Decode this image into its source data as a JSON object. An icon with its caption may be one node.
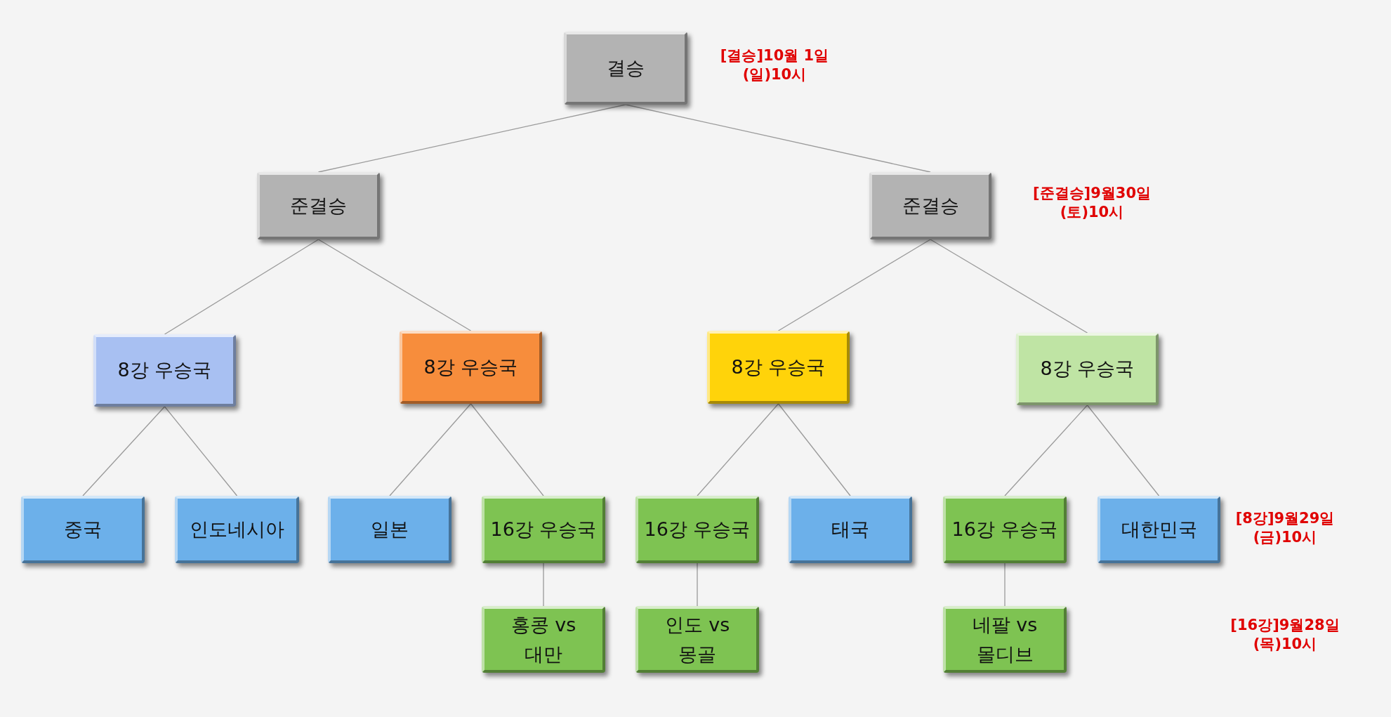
{
  "diagram": {
    "nodes": [
      {
        "text": [
          "결승"
        ]
      },
      {
        "text": [
          "준결승"
        ]
      },
      {
        "text": [
          "준결승"
        ]
      },
      {
        "text": [
          "8강 우승국"
        ]
      },
      {
        "text": [
          "8강 우승국"
        ]
      },
      {
        "text": [
          "8강 우승국"
        ]
      },
      {
        "text": [
          "8강 우승국"
        ]
      },
      {
        "text": [
          "중국"
        ]
      },
      {
        "text": [
          "인도네시아"
        ]
      },
      {
        "text": [
          "일본"
        ]
      },
      {
        "text": [
          "16강 우승국"
        ]
      },
      {
        "text": [
          "16강 우승국"
        ]
      },
      {
        "text": [
          "태국"
        ]
      },
      {
        "text": [
          "16강 우승국"
        ]
      },
      {
        "text": [
          "대한민국"
        ]
      },
      {
        "text": [
          "홍콩 vs 대만"
        ]
      },
      {
        "text": [
          "인도 vs 몽골"
        ]
      },
      {
        "text": [
          "네팔 vs 몰디브"
        ]
      }
    ],
    "edges": [
      {
        "from": 0,
        "to": 1,
        "arrow": "none"
      },
      {
        "from": 0,
        "to": 2,
        "arrow": "none"
      },
      {
        "from": 1,
        "to": 3,
        "arrow": "none"
      },
      {
        "from": 1,
        "to": 4,
        "arrow": "none"
      },
      {
        "from": 2,
        "to": 5,
        "arrow": "none"
      },
      {
        "from": 2,
        "to": 6,
        "arrow": "none"
      },
      {
        "from": 3,
        "to": 7,
        "arrow": "none"
      },
      {
        "from": 3,
        "to": 8,
        "arrow": "none"
      },
      {
        "from": 4,
        "to": 9,
        "arrow": "none"
      },
      {
        "from": 4,
        "to": 10,
        "arrow": "none"
      },
      {
        "from": 5,
        "to": 11,
        "arrow": "none"
      },
      {
        "from": 5,
        "to": 12,
        "arrow": "none"
      },
      {
        "from": 6,
        "to": 13,
        "arrow": "none"
      },
      {
        "from": 6,
        "to": 14,
        "arrow": "none"
      },
      {
        "from": 10,
        "to": 15,
        "arrow": "none"
      },
      {
        "from": 11,
        "to": 16,
        "arrow": "none"
      },
      {
        "from": 13,
        "to": 17,
        "arrow": "none"
      }
    ],
    "labels": [
      "[결승]10월 1일 (일)10시",
      "[준결승]9월30일 (토)10시",
      "[8강]9월29일 (금)10시",
      "[16강]9월28일 (목)10시"
    ]
  }
}
